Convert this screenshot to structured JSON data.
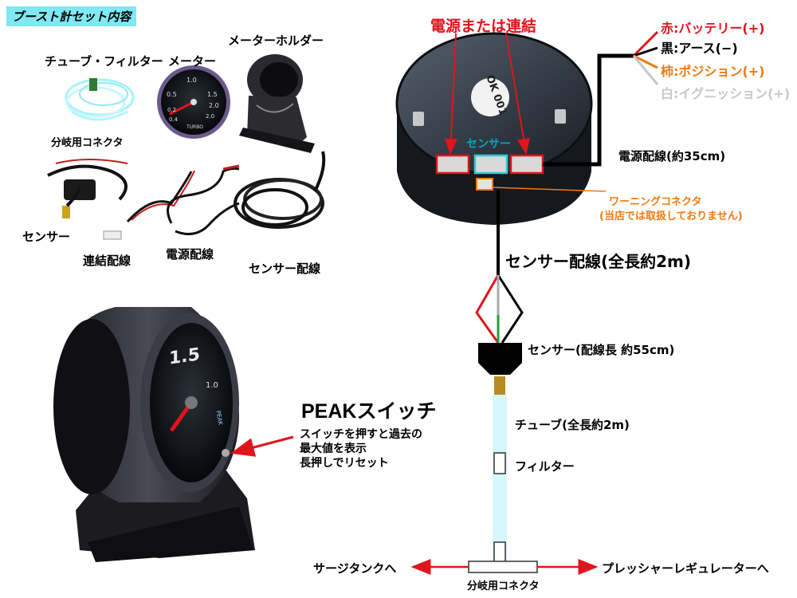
{
  "kit": {
    "header": "ブースト計セット内容",
    "tube_filter": "チューブ・フィルター",
    "meter": "メーター",
    "meter_holder": "メーターホルダー",
    "splitter": "分岐用コネクタ",
    "sensor": "センサー",
    "link_wire": "連結配線",
    "power_wire": "電源配線",
    "sensor_wire": "センサー配線"
  },
  "meter_dial": {
    "top_value": "1.0",
    "left_value": "0.5",
    "right_value": "1.5",
    "right2_value": "2.0",
    "low_left": "0.2",
    "low_right": "0.4",
    "bottom": "2.0",
    "unit": "TURBO"
  },
  "back": {
    "sticker": "OK 001",
    "power_or_link": "電源または連結",
    "sensor_port": "センサー",
    "power_wire_len": "電源配線(約35cm)",
    "warning_connector": "ワーニングコネクタ",
    "warning_note": "(当店では取扱しておりません)",
    "sensor_wire_len": "センサー配線(全長約2m)"
  },
  "wires": [
    {
      "prefix": "赤",
      "text": ":バッテリー(+)",
      "color": "#e0141c"
    },
    {
      "prefix": "黒",
      "text": ":アース(−)",
      "color": "#000000"
    },
    {
      "prefix": "柿",
      "text": ":ポジション(+)",
      "color": "#f07a12"
    },
    {
      "prefix": "白",
      "text": ":イグニッション(+)",
      "color": "#c8c8c8"
    }
  ],
  "plumbing": {
    "sensor_len": "センサー(配線長 約55cm)",
    "tube_len": "チューブ(全長約2m)",
    "filter": "フィルター",
    "splitter": "分岐用コネクタ",
    "to_surge": "サージタンクへ",
    "to_regulator": "プレッシャーレギュレーターへ"
  },
  "peak": {
    "title": "PEAKスイッチ",
    "desc1": "スイッチを押すと過去の",
    "desc2": "最大値を表示",
    "desc3": "長押しでリセット",
    "dial_big": "1.5",
    "dial_small": "1.0",
    "dial_mark": "PEAK"
  },
  "colors": {
    "accent_red": "#e0141c",
    "cyan_label": "#00a8c0",
    "orange": "#f07a12",
    "tube": "#d6f7fb"
  }
}
